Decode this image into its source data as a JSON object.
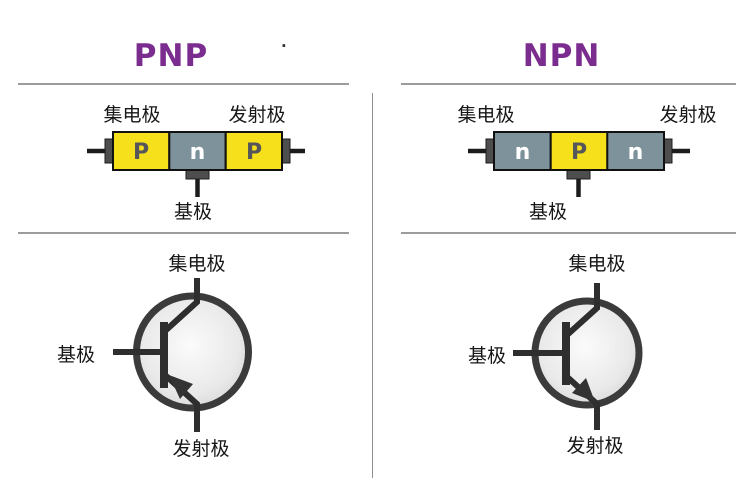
{
  "left_panel": {
    "title": "PNP",
    "block_diagram": {
      "collector_label": "集电极",
      "emitter_label": "发射极",
      "base_label": "基极",
      "segments": [
        {
          "letter": "P",
          "fill": "#F6DF1B",
          "letter_color": "#55565A"
        },
        {
          "letter": "n",
          "fill": "#7E929B",
          "letter_color": "#FFFFFF"
        },
        {
          "letter": "P",
          "fill": "#F6DF1B",
          "letter_color": "#55565A"
        }
      ]
    },
    "symbol": {
      "collector_label": "集电极",
      "base_label": "基极",
      "emitter_label": "发射极",
      "arrow_direction": "inward-toward-base"
    }
  },
  "right_panel": {
    "title": "NPN",
    "block_diagram": {
      "collector_label": "集电极",
      "emitter_label": "发射极",
      "base_label": "基极",
      "segments": [
        {
          "letter": "n",
          "fill": "#7E929B",
          "letter_color": "#FFFFFF"
        },
        {
          "letter": "P",
          "fill": "#F6DF1B",
          "letter_color": "#55565A"
        },
        {
          "letter": "n",
          "fill": "#7E929B",
          "letter_color": "#FFFFFF"
        }
      ]
    },
    "symbol": {
      "collector_label": "集电极",
      "base_label": "基极",
      "emitter_label": "发射极",
      "arrow_direction": "outward-from-base"
    }
  },
  "colors": {
    "title_purple": "#7B2C8F",
    "p_block_yellow": "#F6DF1B",
    "n_block_gray": "#7E929B",
    "block_border": "#111111",
    "lead_black": "#1C1C1C",
    "tab_gray": "#4E4E4E",
    "symbol_stroke_gray": "#3B3B3B",
    "divider_gray": "#9C9C9C",
    "label_black": "#161616"
  },
  "stray_dot": "."
}
